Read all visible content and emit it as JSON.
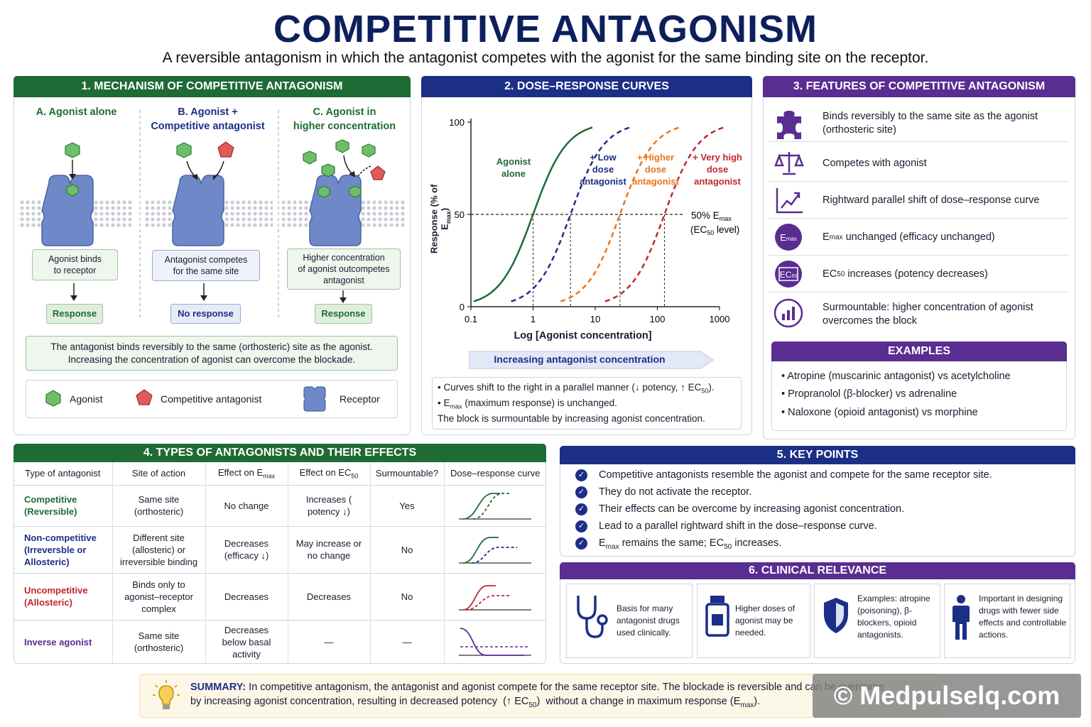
{
  "title": "COMPETITIVE ANTAGONISM",
  "subtitle": "A reversible antagonism in which the antagonist competes with the agonist for the same binding site on the receptor.",
  "colors": {
    "green": "#1f6b35",
    "navy": "#1c2f86",
    "purple": "#5a2d91",
    "red": "#c0262d",
    "orange": "#e8741c"
  },
  "mechanism": {
    "header": "1. MECHANISM OF COMPETITIVE ANTAGONISM",
    "a_title": "A. Agonist alone",
    "b_title_1": "B. Agonist +",
    "b_title_2": "Competitive antagonist",
    "c_title_1": "C. Agonist in",
    "c_title_2": "higher concentration",
    "a_box_1": "Agonist binds",
    "a_box_2": "to receptor",
    "b_box_1": "Antagonist competes",
    "b_box_2": "for the same site",
    "c_box_1": "Higher concentration",
    "c_box_2": "of agonist outcompetes",
    "c_box_3": "antagonist",
    "a_result": "Response",
    "b_result": "No response",
    "c_result": "Response",
    "note_1": "The antagonist binds reversibly to the same (orthosteric) site as the agonist.",
    "note_2": "Increasing the concentration of agonist can overcome the blockade.",
    "legend_agonist": "Agonist",
    "legend_antagonist": "Competitive antagonist",
    "legend_receptor": "Receptor"
  },
  "curves": {
    "header": "2. DOSE–RESPONSE CURVES",
    "ylabel": "Response (% of Emax)",
    "xlabel": "Log [Agonist concentration]",
    "yticks": [
      "0",
      "50",
      "100"
    ],
    "xticks": [
      "0.1",
      "1",
      "10",
      "100",
      "1000"
    ],
    "lbl_agonist_1": "Agonist",
    "lbl_agonist_2": "alone",
    "lbl_low_1": "+ Low",
    "lbl_low_2": "dose",
    "lbl_low_3": "antagonist",
    "lbl_high_1": "+ Higher",
    "lbl_high_2": "dose",
    "lbl_high_3": "antagonist",
    "lbl_vhigh_1": "+ Very high",
    "lbl_vhigh_2": "dose",
    "lbl_vhigh_3": "antagonist",
    "half_1": "50% Emax",
    "half_2": "(EC50 level)",
    "arrow_label": "Increasing antagonist concentration",
    "bullet_1": "Curves shift to the right in a parallel manner (↓ potency, ↑ EC50).",
    "bullet_2": "Emax (maximum response) is unchanged.",
    "bullet_3": "The block is surmountable by increasing agonist concentration."
  },
  "chart_data": {
    "type": "line",
    "xlabel": "Log [Agonist concentration]",
    "ylabel": "Response (% of Emax)",
    "x_scale": "log",
    "xlim": [
      0.1,
      1000
    ],
    "ylim": [
      0,
      100
    ],
    "series": [
      {
        "name": "Agonist alone",
        "ec50": 1,
        "emax": 100,
        "color": "#1f6b35",
        "style": "solid"
      },
      {
        "name": "+ Low dose antagonist",
        "ec50": 4,
        "emax": 100,
        "color": "#1c2f86",
        "style": "dashed"
      },
      {
        "name": "+ Higher dose antagonist",
        "ec50": 25,
        "emax": 100,
        "color": "#e8741c",
        "style": "dashed"
      },
      {
        "name": "+ Very high dose antagonist",
        "ec50": 130,
        "emax": 100,
        "color": "#c0262d",
        "style": "dashed"
      }
    ]
  },
  "features": {
    "header": "3. FEATURES OF COMPETITIVE ANTAGONISM",
    "items": [
      {
        "icon": "puzzle-icon",
        "line1": "Binds reversibly to the same site as the agonist",
        "line2": "(orthosteric site)"
      },
      {
        "icon": "scale-icon",
        "line1": "Competes with agonist",
        "line2": ""
      },
      {
        "icon": "chart-shift-icon",
        "line1": "Rightward parallel shift of dose–response curve",
        "line2": ""
      },
      {
        "icon": "emax-icon",
        "line1": "Emax unchanged (efficacy unchanged)",
        "line2": ""
      },
      {
        "icon": "ec50-icon",
        "line1": "EC50 increases (potency decreases)",
        "line2": ""
      },
      {
        "icon": "bar-chart-icon",
        "line1": "Surmountable: higher concentration of agonist",
        "line2": "overcomes the block"
      }
    ],
    "examples_header": "EXAMPLES",
    "examples": [
      "• Atropine (muscarinic antagonist) vs acetylcholine",
      "• Propranolol (β-blocker) vs adrenaline",
      "• Naloxone (opioid antagonist) vs morphine"
    ]
  },
  "types": {
    "header": "4. TYPES OF ANTAGONISTS AND THEIR EFFECTS",
    "columns": [
      "Type of antagonist",
      "Site of action",
      "Effect on Emax",
      "Effect on EC50",
      "Surmountable?",
      "Dose–response curve"
    ],
    "rows": [
      {
        "type": "Competitive (Reversible)",
        "site": "Same site (orthosteric)",
        "emax": "No change",
        "ec50": "Increases ( potency ↓)",
        "surm": "Yes"
      },
      {
        "type": "Non-competitive (Irreversble or Allosteric)",
        "site": "Different site (allosteric) or irreversible binding",
        "emax": "Decreases (efficacy ↓)",
        "ec50": "May increase or no change",
        "surm": "No"
      },
      {
        "type": "Uncompetitive (Allosteric)",
        "site": "Binds only to agonist–receptor complex",
        "emax": "Decreases",
        "ec50": "Decreases",
        "surm": "No"
      },
      {
        "type": "Inverse agonist",
        "site": "Same site (orthosteric)",
        "emax": "Decreases below basal activity",
        "ec50": "—",
        "surm": "—"
      }
    ]
  },
  "keypoints": {
    "header": "5. KEY POINTS",
    "items": [
      "Competitive antagonists resemble the agonist and compete for the same receptor site.",
      "They do not activate the receptor.",
      "Their effects can be overcome by increasing agonist concentration.",
      "Lead to a parallel rightward shift in the dose–response curve.",
      "Emax remains the same; EC50 increases."
    ]
  },
  "clinical": {
    "header": "6. CLINICAL RELEVANCE",
    "items": [
      {
        "icon": "stethoscope-icon",
        "text": "Basis for many antagonist drugs used clinically."
      },
      {
        "icon": "medicine-bottle-icon",
        "text": "Higher doses of agonist may be needed."
      },
      {
        "icon": "shield-icon",
        "text": "Examples: atropine (poisoning), β-blockers, opioid antagonists."
      },
      {
        "icon": "person-icon",
        "text": "Important in designing drugs with fewer side effects and controllable actions."
      }
    ]
  },
  "summary": {
    "label": "SUMMARY:",
    "line1": "In competitive antagonism, the antagonist and agonist compete for the same receptor site. The blockade is reversible and can be overcome",
    "line2": "by increasing agonist concentration, resulting in decreased potency (↑ EC50) without a change in maximum response (Emax)."
  },
  "watermark": "© Medpulselq.com"
}
